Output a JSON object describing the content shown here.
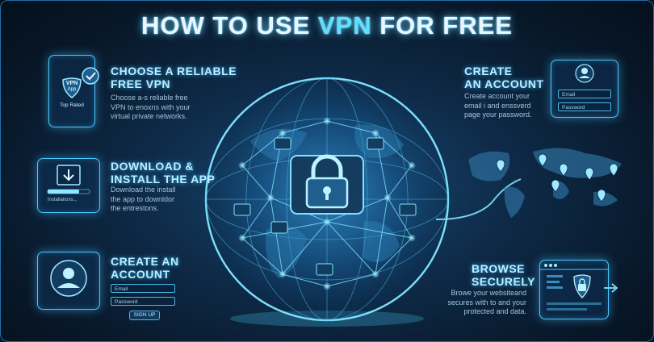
{
  "title": {
    "part1": "HOW TO USE ",
    "part2": "VPN",
    "part3": " FOR FREE"
  },
  "step_choose": {
    "heading_line1": "CHOOSE A RELIABLE",
    "heading_line2": "FREE VPN",
    "desc_line1": "Choose a-s reliable free",
    "desc_line2": "VPN to enoxns with your",
    "desc_line3": "virtual private networks.",
    "phone_badge_line1": "VPN",
    "phone_badge_line2": "App",
    "phone_label": "Top Rated"
  },
  "step_download": {
    "heading_line1": "DOWNLOAD &",
    "heading_line2": "INSTALL THE APP",
    "desc_line1": "Download the install",
    "desc_line2": "the app to downldor",
    "desc_line3": "the entrestons.",
    "progress_label": "Installations...",
    "progress_fraction": 0.75
  },
  "step_account_left": {
    "heading_line1": "CREATE AN",
    "heading_line2": "ACCOUNT",
    "email_placeholder": "Email",
    "password_placeholder": "Password",
    "signup_label": "SIGN UP"
  },
  "step_account_right": {
    "heading_line1": "CREATE",
    "heading_line2": "AN ACCOUNT",
    "desc_line1": "Create account your",
    "desc_line2": "email i and enssverd",
    "desc_line3": "page your password.",
    "email_placeholder": "Email",
    "password_placeholder": "Password"
  },
  "step_browse": {
    "heading_line1": "BROWSE",
    "heading_line2": "SECURELY",
    "desc_line1": "Browe your websiteand",
    "desc_line2": "secures with to and your",
    "desc_line3": "protected and data."
  },
  "colors": {
    "accent": "#47c6ff",
    "title_highlight": "#5fe0ff",
    "background": "#0a1a2e"
  },
  "icons": [
    "phone-icon",
    "check-badge-icon",
    "download-icon",
    "user-icon",
    "padlock-icon",
    "browser-window-icon",
    "map-pin-icon",
    "server-icon"
  ]
}
